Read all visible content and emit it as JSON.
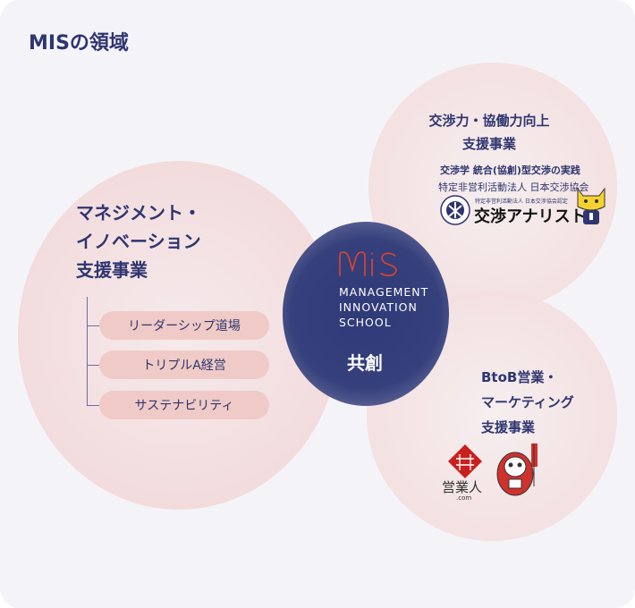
{
  "title": "MISの領域",
  "left_area": {
    "heading_lines": [
      "マネジメント・",
      "イノベーション",
      "支援事業"
    ],
    "items": [
      "リーダーシップ道場",
      "トリプルA経営",
      "サステナビリティ"
    ]
  },
  "center": {
    "logo_text": "MIS",
    "name_lines": [
      "MANAGEMENT",
      "INNOVATION",
      "SCHOOL"
    ],
    "label": "共創"
  },
  "top_right": {
    "heading_lines": [
      "交渉力・協働力向上",
      "支援事業"
    ],
    "subtitle": "交渉学 統合(協創)型交渉の実践",
    "org": "特定非営利活動法人 日本交渉協会",
    "logo_caption": "特定非営利活動法人 日本交渉協会認定",
    "logo_text": "交渉アナリスト"
  },
  "bottom_right": {
    "heading_lines": [
      "BtoB営業・",
      "マーケティング",
      "支援事業"
    ],
    "logo_text": "営業人",
    "logo_sub": ".com"
  },
  "colors": {
    "navy": "#2e3570",
    "pink": "#f0cac6",
    "red": "#d0312d"
  }
}
